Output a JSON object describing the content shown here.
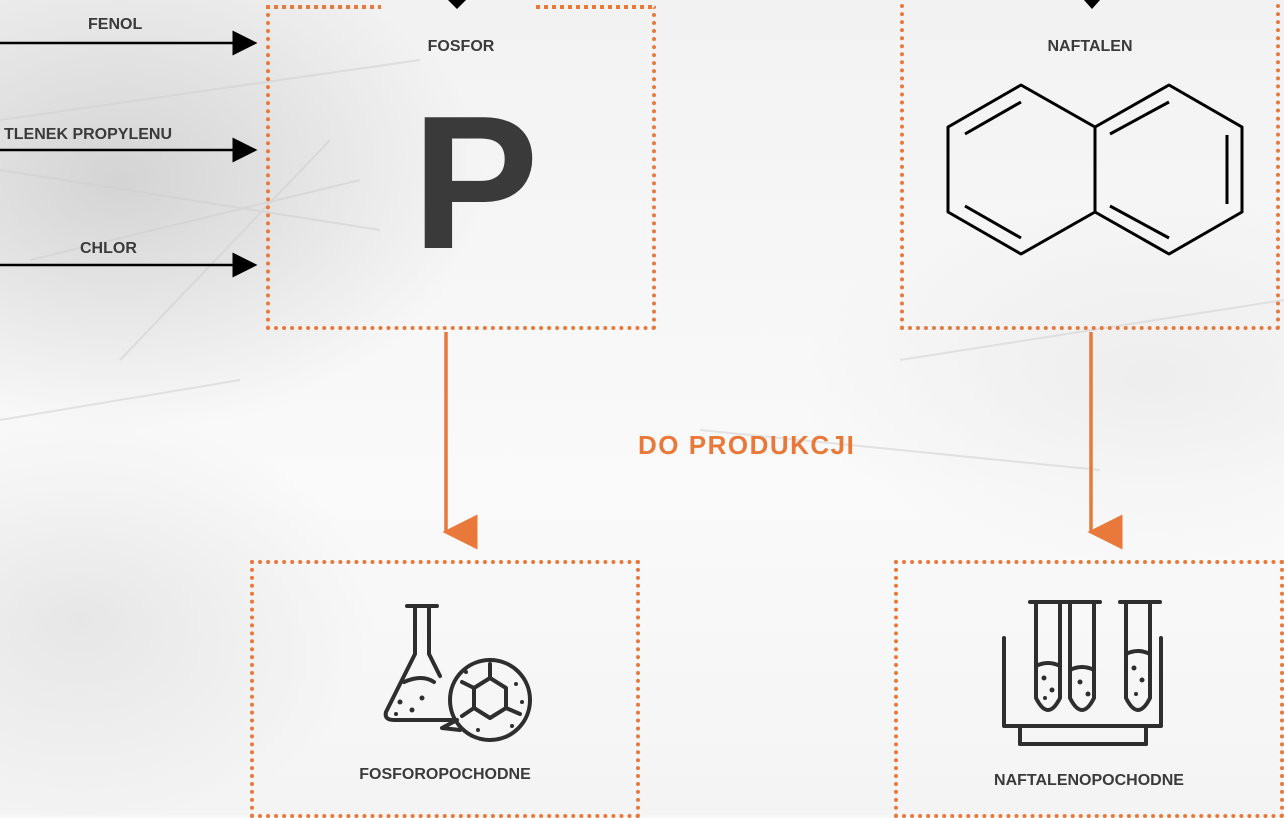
{
  "inputs": [
    "FENOL",
    "TLENEK PROPYLENU",
    "CHLOR"
  ],
  "boxes": {
    "fosfor": {
      "title": "FOSFOR",
      "symbol": "P"
    },
    "naftalen": {
      "title": "NAFTALEN"
    },
    "fosforopochodne": {
      "title": "FOSFOROPOCHODNE"
    },
    "naftalenopochodne": {
      "title": "NAFTALENOPOCHODNE"
    }
  },
  "center_label": "DO PRODUKCJI",
  "icons": {
    "naftalen": "naphthalene-structure-icon",
    "fosforopochodne": "flask-molecule-icon",
    "naftalenopochodne": "test-tubes-icon"
  },
  "colors": {
    "accent": "#e8793a",
    "text": "#3a3a3a",
    "arrow": "#000000"
  }
}
